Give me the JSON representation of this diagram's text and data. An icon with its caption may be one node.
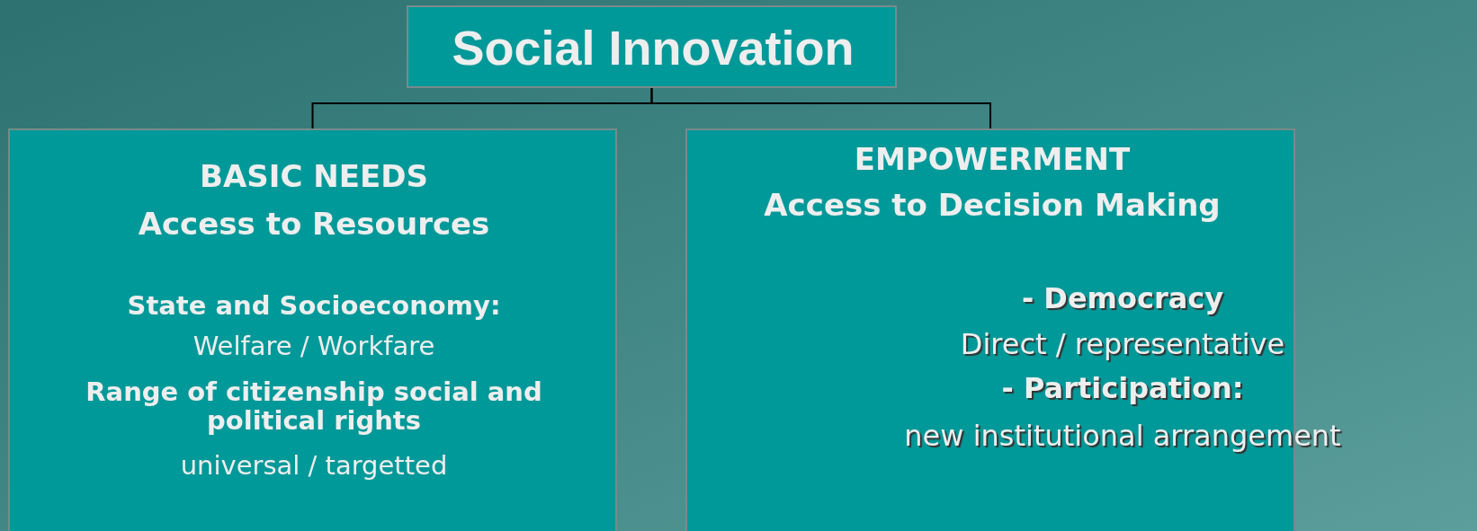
{
  "diagram": {
    "nodes": [
      {
        "text": [
          "Social Innovation"
        ]
      },
      {
        "text": [
          "BASIC NEEDS",
          "Access to Resources",
          "State and Socioeconomy:",
          "Welfare / Workfare",
          "Range of citizenship social and political rights",
          "universal / targetted"
        ]
      },
      {
        "text": [
          "EMPOWERMENT",
          "Access to Decision Making",
          "- Democracy",
          "Direct / representative",
          "- Participation:",
          "new institutional arrangement"
        ]
      }
    ],
    "edges": [
      {
        "from": 0,
        "to": 1,
        "arrow": "none"
      },
      {
        "from": 0,
        "to": 2,
        "arrow": "none"
      }
    ]
  }
}
